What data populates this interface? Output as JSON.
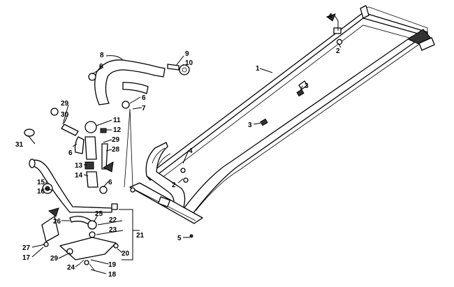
{
  "diagram": {
    "callouts": [
      {
        "id": "c1",
        "text": "1"
      },
      {
        "id": "c2a",
        "text": "2"
      },
      {
        "id": "c2b",
        "text": "2"
      },
      {
        "id": "c3a",
        "text": "3"
      },
      {
        "id": "c3b",
        "text": "3"
      },
      {
        "id": "c4a",
        "text": "4"
      },
      {
        "id": "c4b",
        "text": "4"
      },
      {
        "id": "c5",
        "text": "5"
      },
      {
        "id": "c6a",
        "text": "6"
      },
      {
        "id": "c6b",
        "text": "6"
      },
      {
        "id": "c6c",
        "text": "6"
      },
      {
        "id": "c6d",
        "text": "6"
      },
      {
        "id": "c7",
        "text": "7"
      },
      {
        "id": "c8",
        "text": "8"
      },
      {
        "id": "c9",
        "text": "9"
      },
      {
        "id": "c10",
        "text": "10"
      },
      {
        "id": "c11",
        "text": "11"
      },
      {
        "id": "c12",
        "text": "12"
      },
      {
        "id": "c13",
        "text": "13"
      },
      {
        "id": "c14",
        "text": "14"
      },
      {
        "id": "c15",
        "text": "15"
      },
      {
        "id": "c16",
        "text": "16"
      },
      {
        "id": "c17",
        "text": "17"
      },
      {
        "id": "c18",
        "text": "18"
      },
      {
        "id": "c19",
        "text": "19"
      },
      {
        "id": "c20",
        "text": "20"
      },
      {
        "id": "c21",
        "text": "21"
      },
      {
        "id": "c22",
        "text": "22"
      },
      {
        "id": "c23",
        "text": "23"
      },
      {
        "id": "c24",
        "text": "24"
      },
      {
        "id": "c25",
        "text": "25"
      },
      {
        "id": "c26",
        "text": "26"
      },
      {
        "id": "c27",
        "text": "27"
      },
      {
        "id": "c28",
        "text": "28"
      },
      {
        "id": "c29a",
        "text": "29"
      },
      {
        "id": "c29b",
        "text": "29"
      },
      {
        "id": "c29c",
        "text": "29"
      },
      {
        "id": "c30",
        "text": "30"
      },
      {
        "id": "c31",
        "text": "31"
      }
    ]
  }
}
